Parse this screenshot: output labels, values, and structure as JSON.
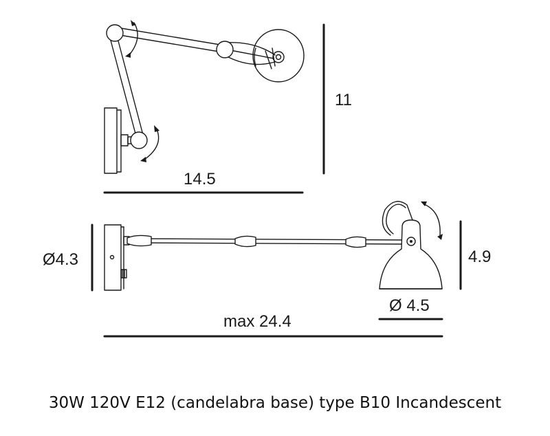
{
  "dimensions": {
    "height_top": "11",
    "reach_top": "14.5",
    "base_diameter": "Ø4.3",
    "shade_height": "4.9",
    "shade_diameter": "Ø 4.5",
    "max_reach": "max 24.4"
  },
  "caption": "30W 120V E12 (candelabra base) type B10 Incandescent",
  "icons": {
    "top_view": "swing-arm-lamp-top-view",
    "side_view": "swing-arm-lamp-side-view",
    "rotation": "rotation-arrow-icon"
  }
}
